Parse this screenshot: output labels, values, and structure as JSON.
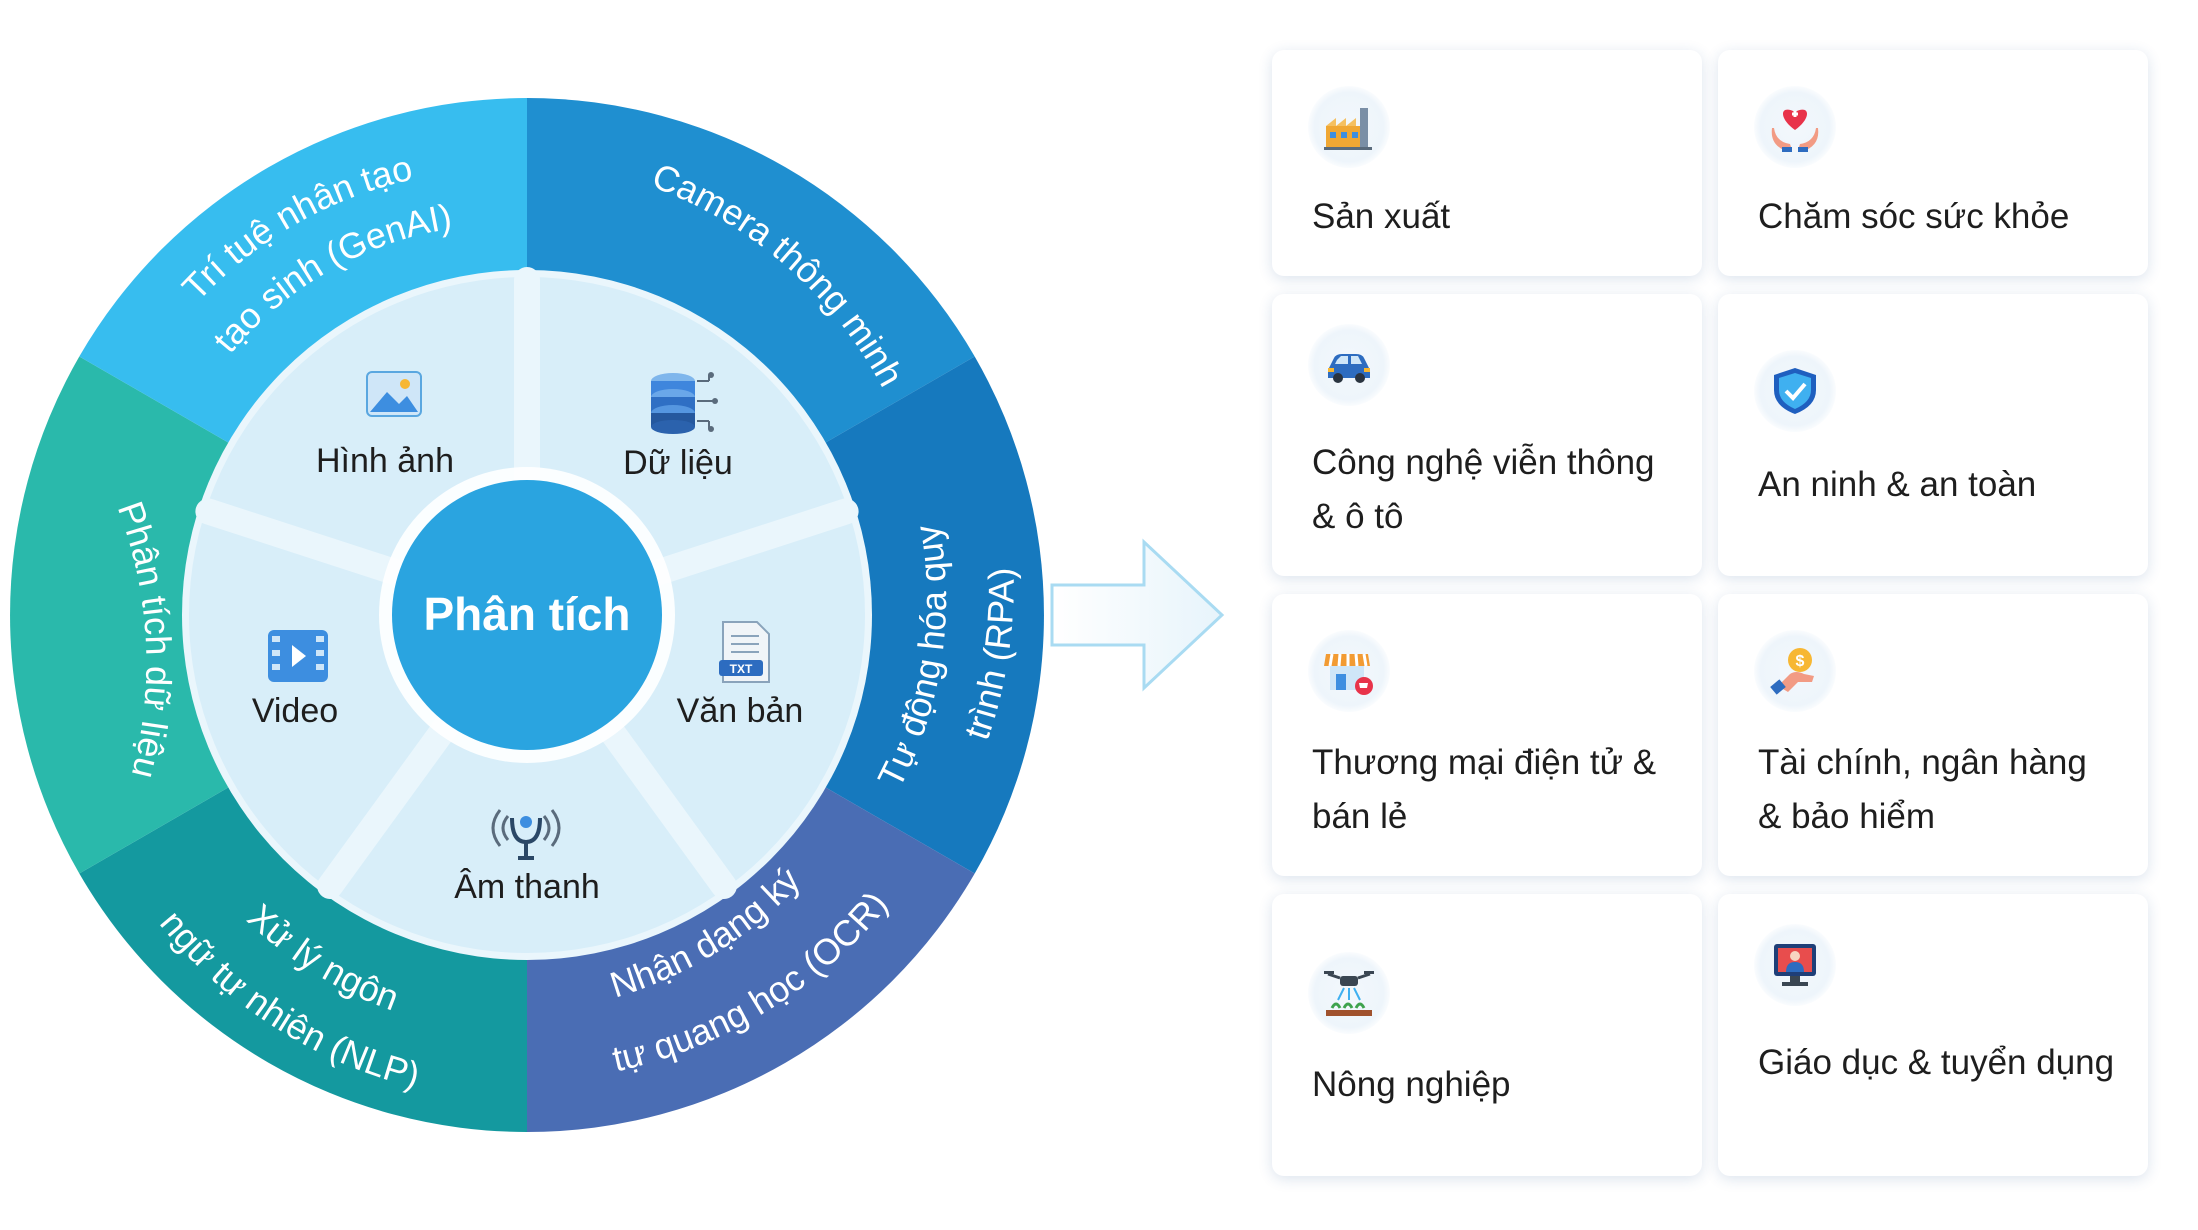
{
  "wheel": {
    "center_label": "Phân tích",
    "outer_segments": [
      "Camera thông minh",
      "Tự động hóa quy trình (RPA)",
      "Nhận dạng ký tự quang học (OCR)",
      "Xử lý ngôn ngữ tự nhiên (NLP)",
      "Phân tích dữ liệu",
      "Trí tuệ nhân tạo tạo sinh (GenAI)"
    ],
    "inner_segments": [
      {
        "label": "Dữ liệu",
        "icon": "database-icon"
      },
      {
        "label": "Văn bản",
        "icon": "text-file-icon"
      },
      {
        "label": "Âm thanh",
        "icon": "microphone-icon"
      },
      {
        "label": "Video",
        "icon": "video-icon"
      },
      {
        "label": "Hình ảnh",
        "icon": "image-icon"
      }
    ],
    "colors": {
      "camera": "#1f8fd0",
      "rpa": "#1679be",
      "ocr": "#4a6db4",
      "nlp": "#14999f",
      "analytics": "#2ab9ab",
      "genai": "#37bdef",
      "inner": "#d8eef9",
      "center": "#2aa4e0"
    }
  },
  "industries": [
    {
      "label": "Sản xuất",
      "icon": "factory-icon"
    },
    {
      "label": "Chăm sóc sức khỏe",
      "icon": "healthcare-hands-heart-icon"
    },
    {
      "label": "Công nghệ viễn thông & ô tô",
      "icon": "car-icon"
    },
    {
      "label": "An ninh & an toàn",
      "icon": "shield-check-icon"
    },
    {
      "label": "Thương mại điện tử & bán lẻ",
      "icon": "store-cart-icon"
    },
    {
      "label": "Tài chính, ngân hàng & bảo hiểm",
      "icon": "coin-hand-icon"
    },
    {
      "label": "Nông nghiệp",
      "icon": "agri-drone-icon"
    },
    {
      "label": "Giáo dục & tuyển dụng",
      "icon": "online-education-icon"
    }
  ]
}
